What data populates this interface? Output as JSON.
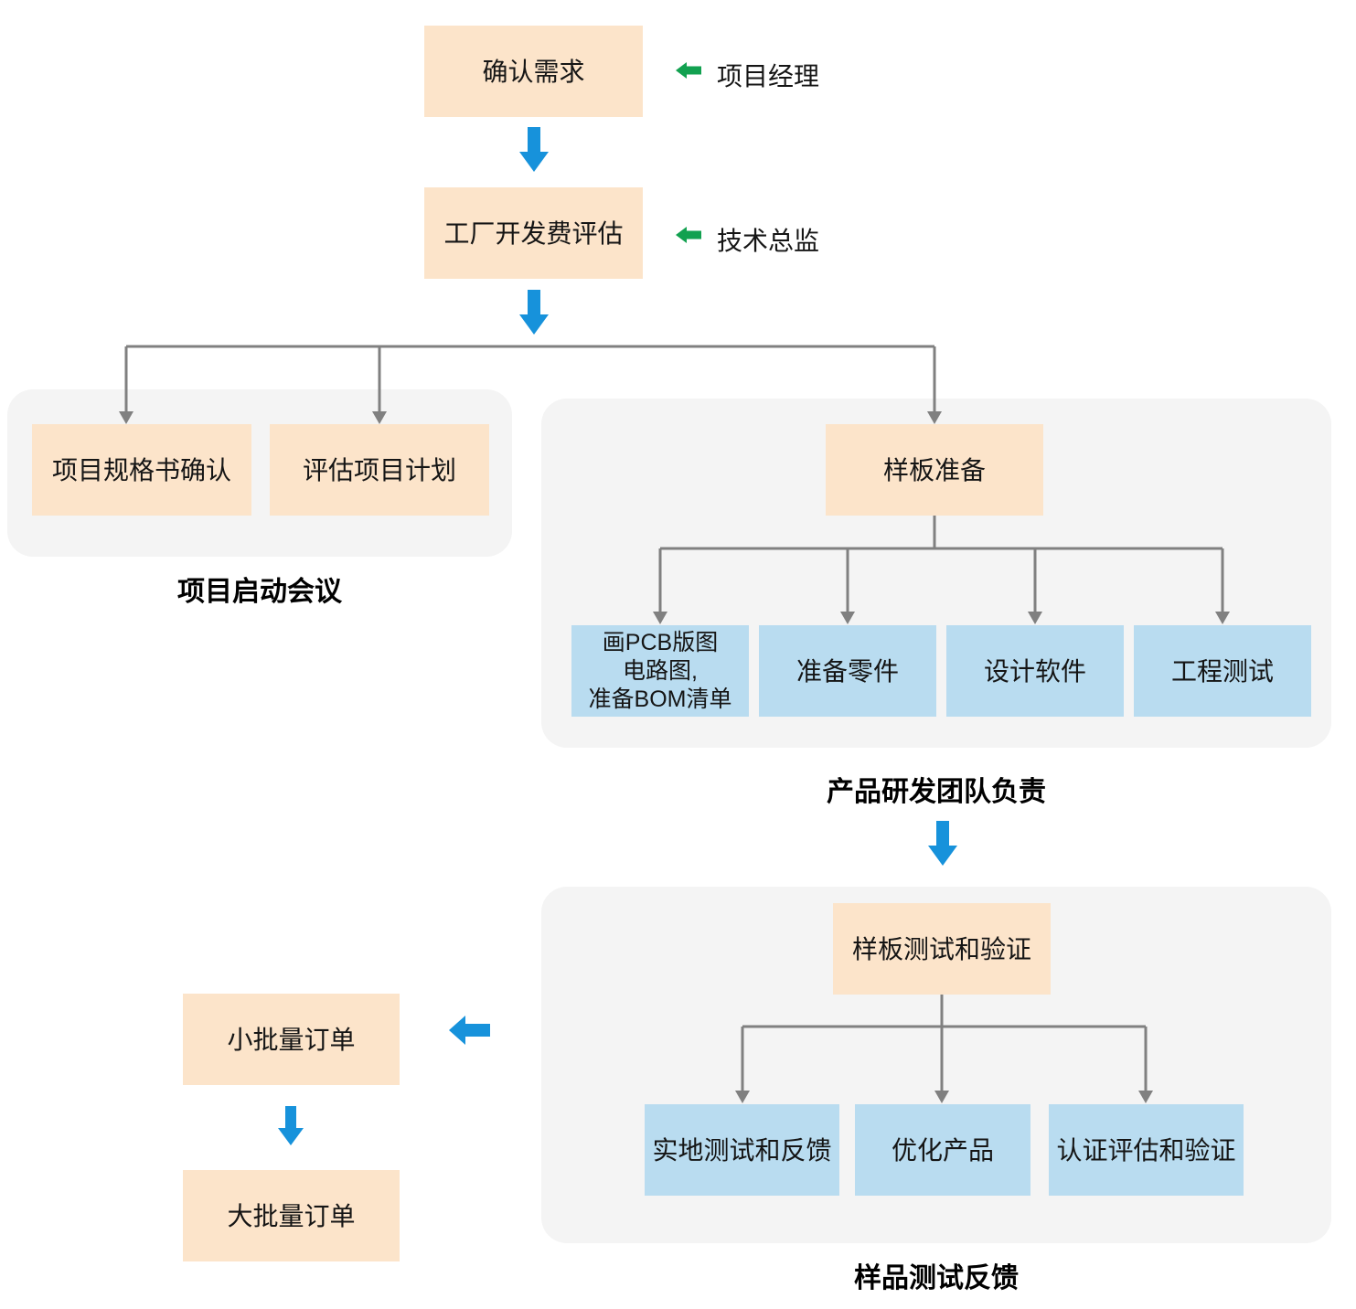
{
  "diagram": {
    "steps": {
      "confirm": "确认需求",
      "factory_fee": "工厂开发费评估"
    },
    "annotations": {
      "pm": "项目经理",
      "cto": "技术总监"
    },
    "kickoff": {
      "label": "项目启动会议",
      "spec": "项目规格书确认",
      "plan": "评估项目计划"
    },
    "rnd": {
      "label": "产品研发团队负责",
      "parent": "样板准备",
      "pcb_lines": [
        "画PCB版图",
        "电路图,",
        "准备BOM清单"
      ],
      "parts": "准备零件",
      "software": "设计软件",
      "testing": "工程测试"
    },
    "validation": {
      "label": "样品测试反馈",
      "parent": "样板测试和验证",
      "field_test": "实地测试和反馈",
      "optimize": "优化产品",
      "cert": "认证评估和验证"
    },
    "orders": {
      "small": "小批量订单",
      "large": "大批量订单"
    },
    "colors": {
      "box_orange": "#fce4ca",
      "box_blue": "#b9dcf0",
      "arrow_blue": "#1792db",
      "arrow_green": "#12a150",
      "line_gray": "#808080",
      "container_gray": "#f4f4f4"
    }
  }
}
